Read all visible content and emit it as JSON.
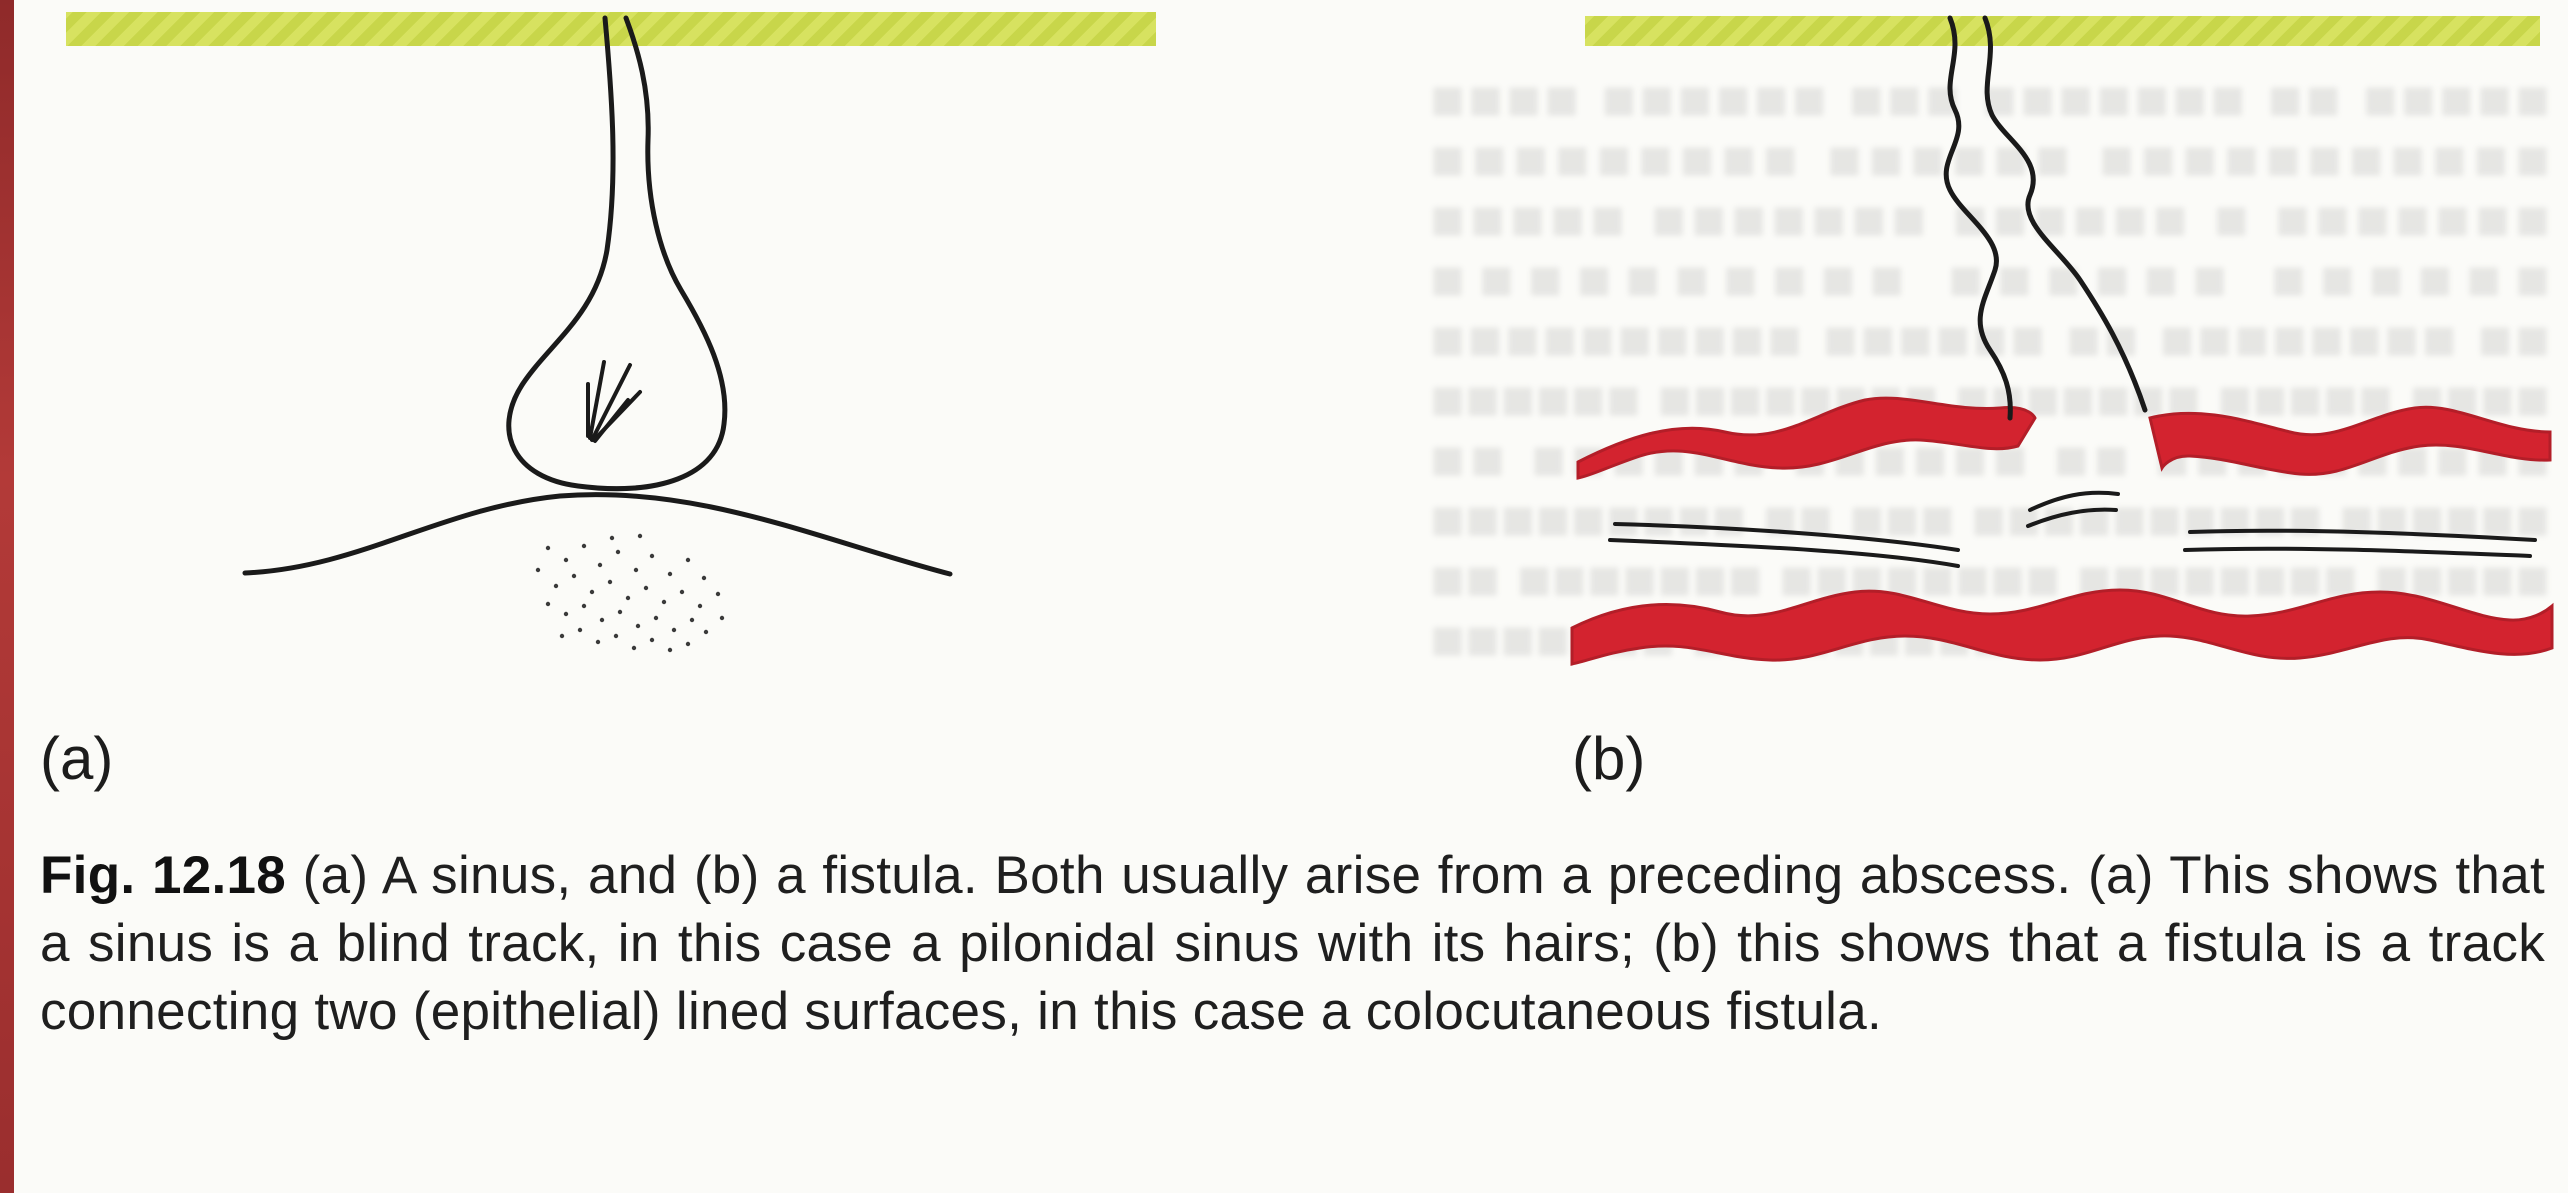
{
  "figure": {
    "panel_a_label": "(a)",
    "panel_b_label": "(b)",
    "colors": {
      "tissue_red": "#d3232f",
      "header_band": "#c8d64a",
      "page_edge": "#a3302f",
      "ink": "#1a1a1a"
    }
  },
  "caption": {
    "fig_number": "Fig. 12.18",
    "text": " (a) A sinus, and (b) a fistula. Both usually arise from a preceding abscess. (a) This shows that a sinus is a blind track, in this case a pilonidal sinus with its hairs; (b) this shows that a fistula is a track connecting two (epithelial) lined surfaces, in this case a colocutaneous fistula."
  }
}
